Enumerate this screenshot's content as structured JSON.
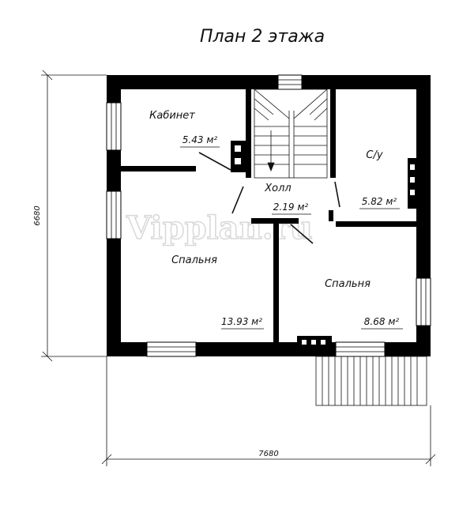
{
  "title": "План 2 этажа",
  "watermark": "Vipplan.ru",
  "rooms": {
    "office": {
      "name": "Кабинет",
      "area": "5.43 м²"
    },
    "bath": {
      "name": "С/у",
      "area": "5.82 м²"
    },
    "hall": {
      "name": "Холл",
      "area": "2.19 м²"
    },
    "bedroom_left": {
      "name": "Спальня",
      "area": "13.93 м²"
    },
    "bedroom_right": {
      "name": "Спальня",
      "area": "8.68 м²"
    }
  },
  "dimensions": {
    "width": "7680",
    "height": "6680"
  },
  "colors": {
    "wall": "#000000",
    "line": "#111111",
    "watermark": "#cfcfcf"
  }
}
